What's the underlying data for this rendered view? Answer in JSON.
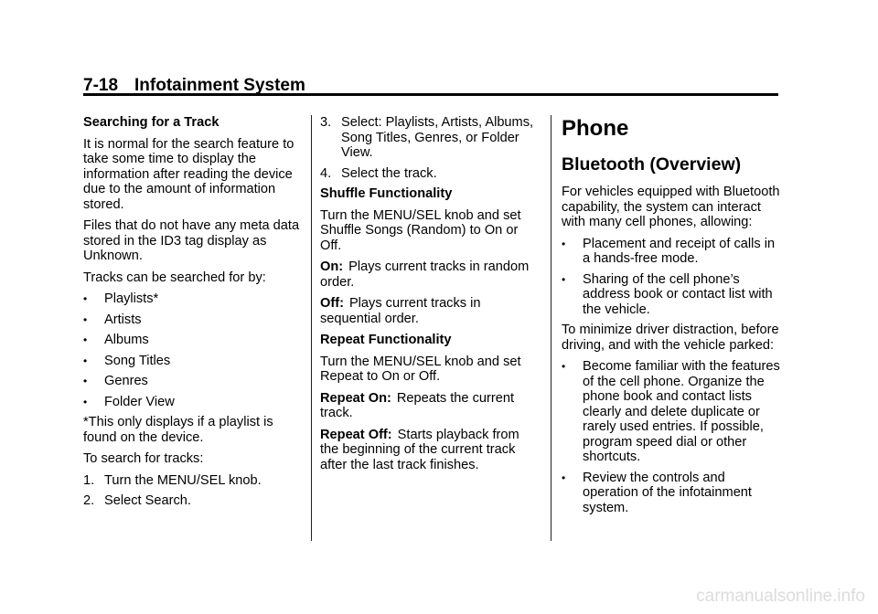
{
  "header": {
    "page_number": "7-18",
    "section": "Infotainment System"
  },
  "col1": {
    "heading": "Searching for a Track",
    "p1": "It is normal for the search feature to take some time to display the information after reading the device due to the amount of information stored.",
    "p2": "Files that do not have any meta data stored in the ID3 tag display as Unknown.",
    "p3": "Tracks can be searched for by:",
    "bullets": [
      "Playlists*",
      "Artists",
      "Albums",
      "Song Titles",
      "Genres",
      "Folder View"
    ],
    "note": "*This only displays if a playlist is found on the device.",
    "p4": "To search for tracks:",
    "steps": [
      {
        "num": "1.",
        "text": "Turn the MENU/SEL knob."
      },
      {
        "num": "2.",
        "text": "Select Search."
      }
    ]
  },
  "col2": {
    "steps": [
      {
        "num": "3.",
        "text": "Select: Playlists, Artists, Albums, Song Titles, Genres, or Folder View."
      },
      {
        "num": "4.",
        "text": "Select the track."
      }
    ],
    "shuffle_heading": "Shuffle Functionality",
    "shuffle_p": "Turn the MENU/SEL knob and set Shuffle Songs (Random) to On or Off.",
    "on_label": "On:",
    "on_text": "Plays current tracks in random order.",
    "off_label": "Off:",
    "off_text": "Plays current tracks in sequential order.",
    "repeat_heading": "Repeat Functionality",
    "repeat_p": "Turn the MENU/SEL knob and set Repeat to On or Off.",
    "repeat_on_label": "Repeat On:",
    "repeat_on_text": "Repeats the current track.",
    "repeat_off_label": "Repeat Off:",
    "repeat_off_text": "Starts playback from the beginning of the current track after the last track finishes."
  },
  "col3": {
    "section_title": "Phone",
    "subsection_title": "Bluetooth (Overview)",
    "p1": "For vehicles equipped with Bluetooth capability, the system can interact with many cell phones, allowing:",
    "bullets1": [
      "Placement and receipt of calls in a hands-free mode.",
      "Sharing of the cell phone’s address book or contact list with the vehicle."
    ],
    "p2": "To minimize driver distraction, before driving, and with the vehicle parked:",
    "bullets2": [
      "Become familiar with the features of the cell phone. Organize the phone book and contact lists clearly and delete duplicate or rarely used entries. If possible, program speed dial or other shortcuts.",
      "Review the controls and operation of the infotainment system."
    ]
  },
  "watermark": "carmanualsonline.info"
}
